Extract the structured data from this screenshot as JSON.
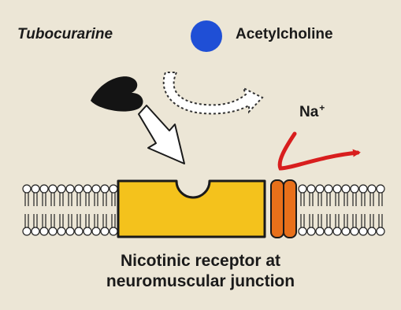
{
  "labels": {
    "antagonist": "Tubocurarine",
    "agonist": "Acetylcholine",
    "ion": "Na",
    "ion_charge": "+"
  },
  "caption": {
    "line1": "Nicotinic receptor at",
    "line2": "neuromuscular junction"
  },
  "colors": {
    "background": "#ece6d6",
    "agonist": "#1f4fd6",
    "antagonist": "#141414",
    "receptor": "#f4c21c",
    "channel": "#e8701a",
    "ion_arrow": "#d81e1e",
    "lipid": "#ffffff"
  }
}
